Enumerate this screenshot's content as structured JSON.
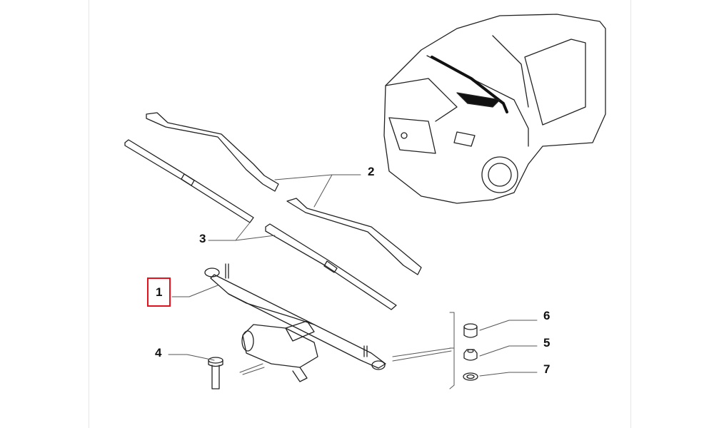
{
  "callouts": {
    "wiper_linkage_with_motor": "1",
    "wiper_arm": "2",
    "wiper_blade": "3",
    "screw": "4",
    "nut": "5",
    "cap": "6",
    "washer": "7"
  },
  "highlight_color": "#e8101a"
}
